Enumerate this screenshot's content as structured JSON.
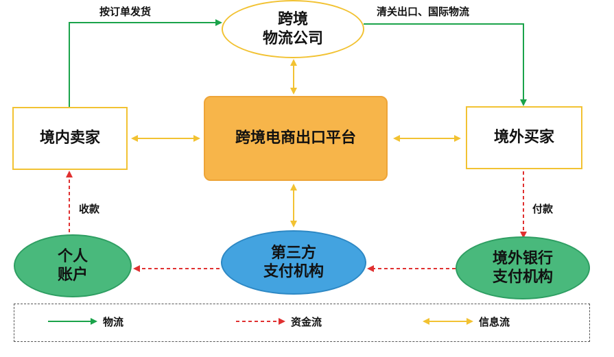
{
  "nodes": {
    "logistics_company": "跨境\n物流公司",
    "domestic_seller": "境内卖家",
    "platform": "跨境电商出口平台",
    "overseas_buyer": "境外买家",
    "personal_account": "个人\n账户",
    "third_party_payment": "第三方\n支付机构",
    "overseas_bank": "境外银行\n支付机构"
  },
  "edge_labels": {
    "ship_by_order": "按订单发货",
    "customs_clearance": "清关出口、国际物流",
    "collect_payment": "收款",
    "make_payment": "付款"
  },
  "legend": {
    "logistics": "物流",
    "capital_flow": "资金流",
    "information_flow": "信息流"
  },
  "colors": {
    "logistics": "#1aa34a",
    "capital_flow": "#e03030",
    "information_flow": "#f2c232"
  }
}
